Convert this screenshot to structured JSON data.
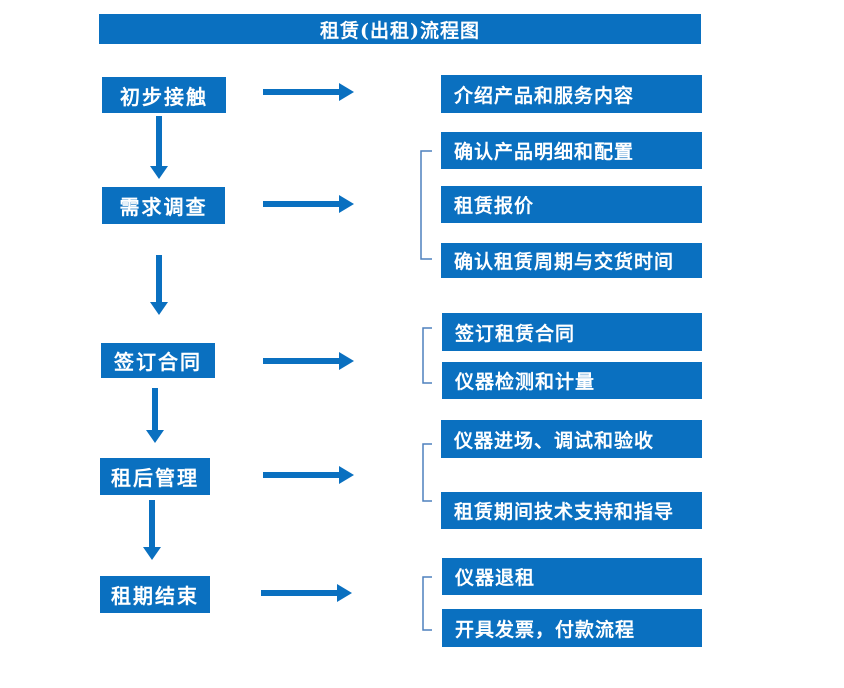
{
  "title": "租赁(出租)流程图",
  "colors": {
    "primary": "#0a70c0",
    "connector": "#4f81bd",
    "box_text": "#ffffff",
    "background": "#ffffff"
  },
  "flow": {
    "steps": [
      {
        "label": "初步接触",
        "outputs": [
          "介绍产品和服务内容"
        ]
      },
      {
        "label": "需求调查",
        "outputs": [
          "确认产品明细和配置",
          "租赁报价",
          "确认租赁周期与交货时间"
        ]
      },
      {
        "label": "签订合同",
        "outputs": [
          "签订租赁合同",
          "仪器检测和计量"
        ]
      },
      {
        "label": "租后管理",
        "outputs": [
          "仪器进场、调试和验收",
          "租赁期间技术支持和指导"
        ]
      },
      {
        "label": "租期结束",
        "outputs": [
          "仪器退租",
          "开具发票，付款流程"
        ]
      }
    ]
  }
}
